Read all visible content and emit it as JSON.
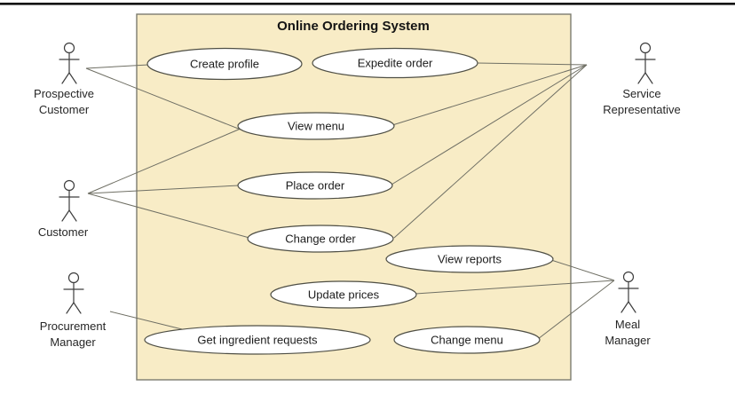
{
  "diagram": {
    "type": "uml-use-case",
    "title": "Online Ordering System",
    "colors": {
      "boundary_fill": "#f8ecc6",
      "boundary_stroke": "#7c7c70",
      "ellipse_fill": "#ffffff",
      "ellipse_stroke": "#4f4f45",
      "connector": "#6f6f64",
      "actor_stroke": "#3d3d3d",
      "text": "#1c1c1c",
      "top_rule": "#0d0d0d"
    },
    "use_cases": [
      {
        "id": "create-profile",
        "label": "Create profile"
      },
      {
        "id": "expedite-order",
        "label": "Expedite order"
      },
      {
        "id": "view-menu",
        "label": "View menu"
      },
      {
        "id": "place-order",
        "label": "Place order"
      },
      {
        "id": "change-order",
        "label": "Change order"
      },
      {
        "id": "view-reports",
        "label": "View reports"
      },
      {
        "id": "update-prices",
        "label": "Update prices"
      },
      {
        "id": "get-ingredient-requests",
        "label": "Get ingredient requests"
      },
      {
        "id": "change-menu",
        "label": "Change menu"
      }
    ],
    "actors": [
      {
        "id": "prospective-customer",
        "line1": "Prospective",
        "line2": "Customer"
      },
      {
        "id": "customer",
        "line1": "Customer",
        "line2": ""
      },
      {
        "id": "procurement-manager",
        "line1": "Procurement",
        "line2": "Manager"
      },
      {
        "id": "service-representative",
        "line1": "Service",
        "line2": "Representative"
      },
      {
        "id": "meal-manager",
        "line1": "Meal",
        "line2": "Manager"
      }
    ],
    "associations": [
      {
        "from": "Prospective Customer",
        "to": "Create profile"
      },
      {
        "from": "Prospective Customer",
        "to": "View menu"
      },
      {
        "from": "Customer",
        "to": "View menu"
      },
      {
        "from": "Customer",
        "to": "Place order"
      },
      {
        "from": "Customer",
        "to": "Change order"
      },
      {
        "from": "Procurement Manager",
        "to": "Get ingredient requests"
      },
      {
        "from": "Service Representative",
        "to": "Expedite order"
      },
      {
        "from": "Service Representative",
        "to": "View menu"
      },
      {
        "from": "Service Representative",
        "to": "Place order"
      },
      {
        "from": "Service Representative",
        "to": "Change order"
      },
      {
        "from": "Meal Manager",
        "to": "View reports"
      },
      {
        "from": "Meal Manager",
        "to": "Update prices"
      },
      {
        "from": "Meal Manager",
        "to": "Change menu"
      }
    ]
  }
}
